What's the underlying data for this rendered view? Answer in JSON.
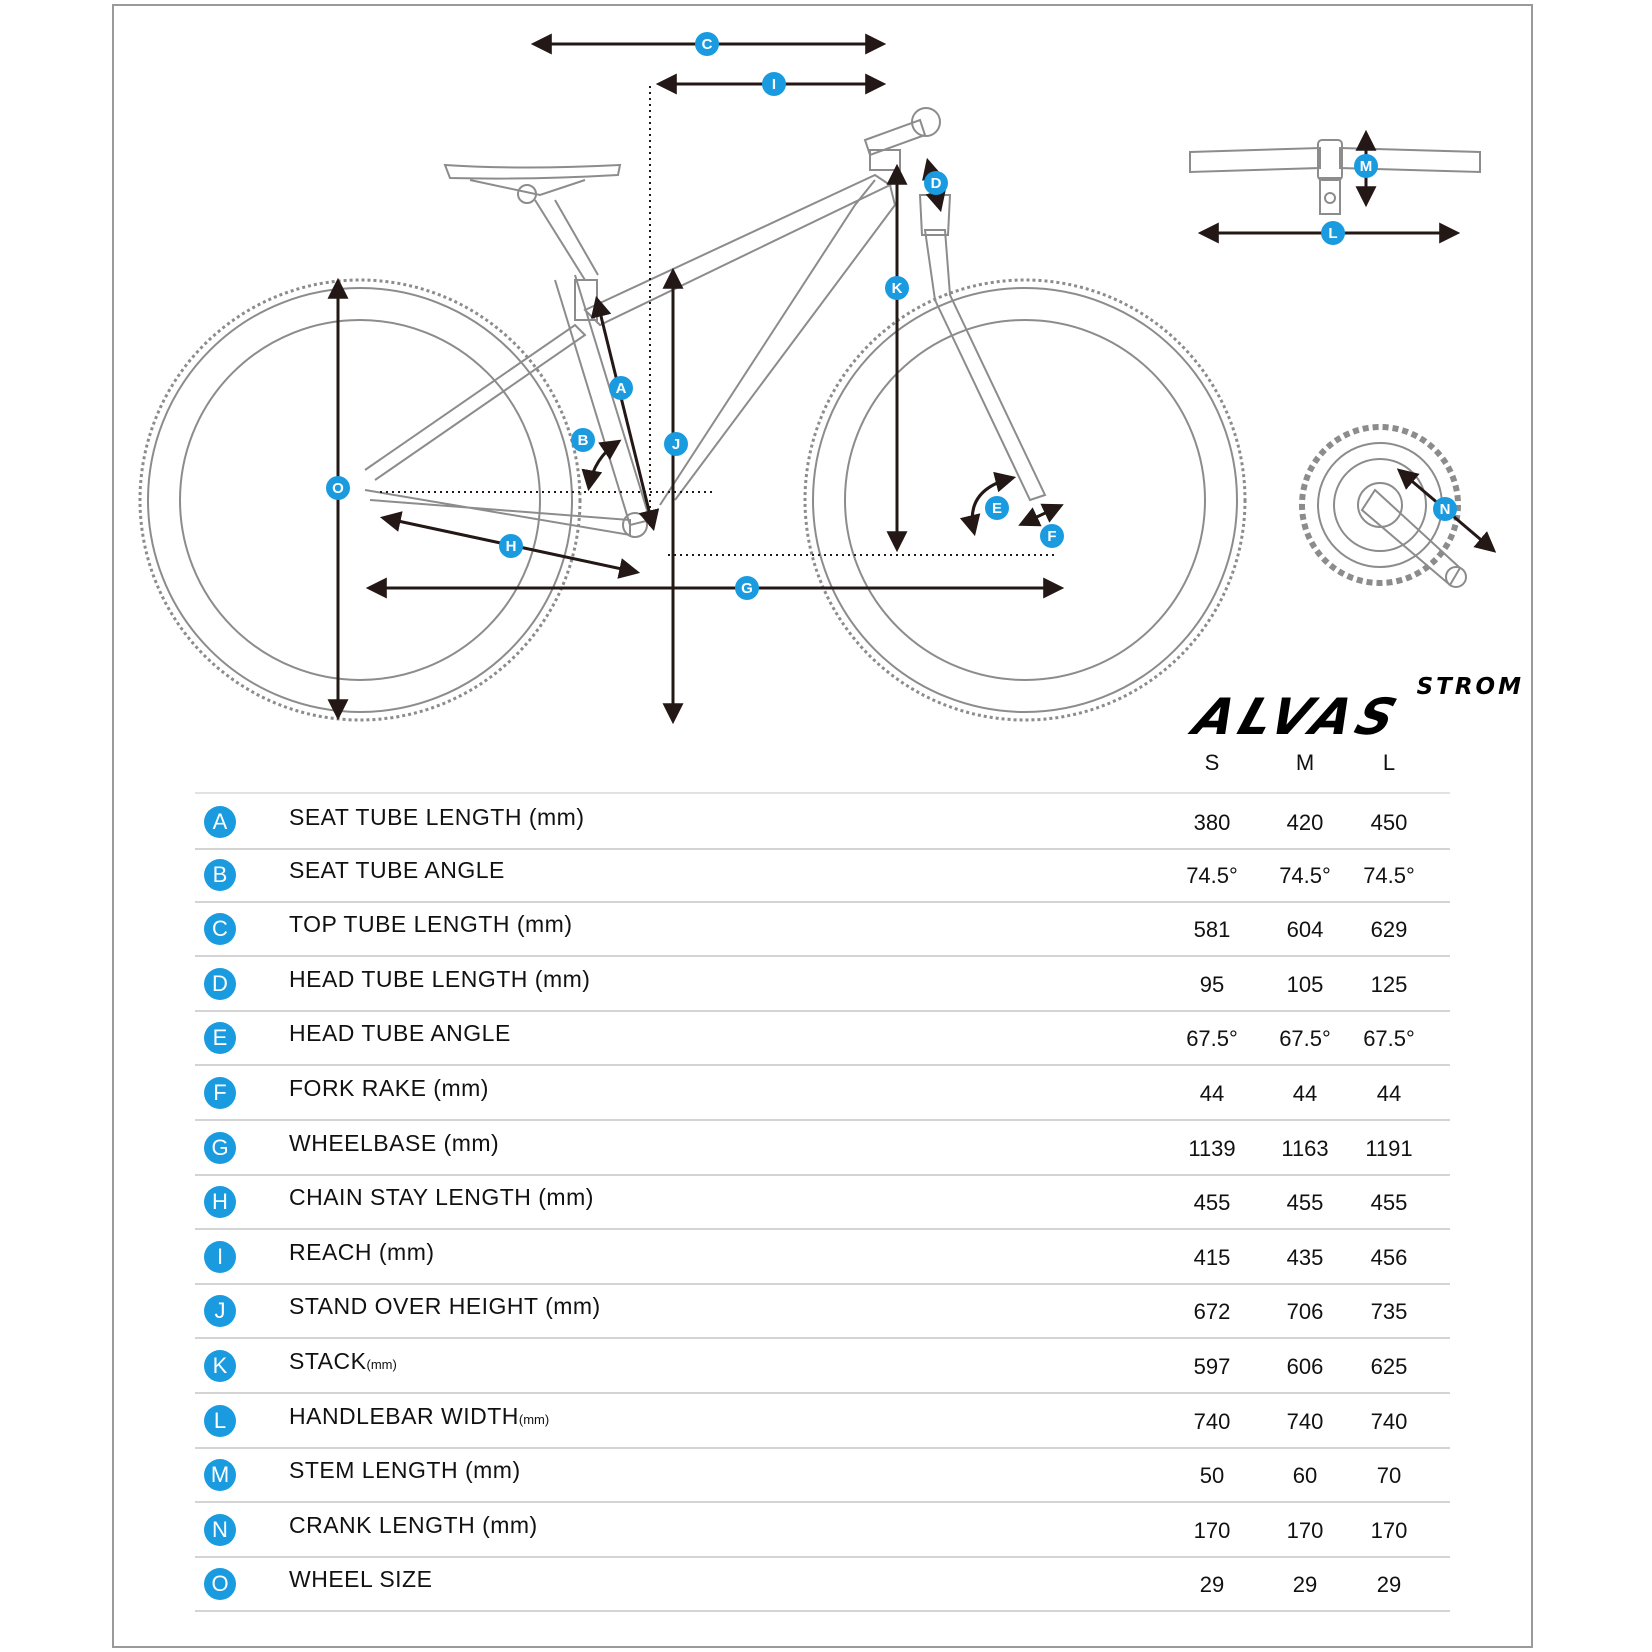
{
  "logo": {
    "sub": "STROM",
    "main": "ALVAS"
  },
  "sizes": [
    "S",
    "M",
    "L"
  ],
  "markers": [
    "A",
    "B",
    "C",
    "D",
    "E",
    "F",
    "G",
    "H",
    "I",
    "J",
    "K",
    "L",
    "M",
    "N",
    "O"
  ],
  "rows": [
    {
      "key": "A",
      "label": "SEAT TUBE LENGTH (mm)",
      "unit": "",
      "values": [
        "380",
        "420",
        "450"
      ]
    },
    {
      "key": "B",
      "label": "SEAT TUBE ANGLE",
      "unit": "",
      "values": [
        "74.5°",
        "74.5°",
        "74.5°"
      ]
    },
    {
      "key": "C",
      "label": "TOP TUBE LENGTH (mm)",
      "unit": "",
      "values": [
        "581",
        "604",
        "629"
      ]
    },
    {
      "key": "D",
      "label": "HEAD TUBE LENGTH (mm)",
      "unit": "",
      "values": [
        "95",
        "105",
        "125"
      ]
    },
    {
      "key": "E",
      "label": "HEAD TUBE ANGLE",
      "unit": "",
      "values": [
        "67.5°",
        "67.5°",
        "67.5°"
      ]
    },
    {
      "key": "F",
      "label": "FORK RAKE (mm)",
      "unit": "",
      "values": [
        "44",
        "44",
        "44"
      ]
    },
    {
      "key": "G",
      "label": "WHEELBASE (mm)",
      "unit": "",
      "values": [
        "1139",
        "1163",
        "1191"
      ]
    },
    {
      "key": "H",
      "label": "CHAIN STAY LENGTH (mm)",
      "unit": "",
      "values": [
        "455",
        "455",
        "455"
      ]
    },
    {
      "key": "I",
      "label": "REACH (mm)",
      "unit": "",
      "values": [
        "415",
        "435",
        "456"
      ]
    },
    {
      "key": "J",
      "label": "STAND OVER HEIGHT (mm)",
      "unit": "",
      "values": [
        "672",
        "706",
        "735"
      ]
    },
    {
      "key": "K",
      "label": "STACK",
      "unit": "(mm)",
      "values": [
        "597",
        "606",
        "625"
      ]
    },
    {
      "key": "L",
      "label": "HANDLEBAR WIDTH",
      "unit": "(mm)",
      "values": [
        "740",
        "740",
        "740"
      ]
    },
    {
      "key": "M",
      "label": "STEM LENGTH (mm)",
      "unit": "",
      "values": [
        "50",
        "60",
        "70"
      ]
    },
    {
      "key": "N",
      "label": "CRANK LENGTH (mm)",
      "unit": "",
      "values": [
        "170",
        "170",
        "170"
      ]
    },
    {
      "key": "O",
      "label": "WHEEL SIZE",
      "unit": "",
      "values": [
        "29",
        "29",
        "29"
      ]
    }
  ],
  "colors": {
    "accent": "#1a9be0",
    "line": "#231815",
    "sketch": "#8c8c8c"
  }
}
